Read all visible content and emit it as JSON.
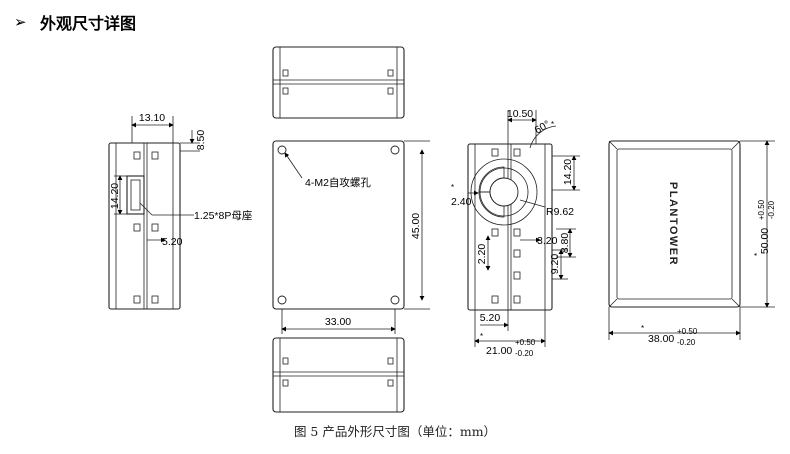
{
  "header": {
    "bullet": "➢",
    "title": "外观尺寸详图"
  },
  "caption": "图 5 产品外形尺寸图（单位：mm）",
  "views": {
    "left": {
      "dim_width": "13.10",
      "dim_top": "8.50",
      "dim_conn": "14.20",
      "dim_offset": "5.20",
      "connector_label": "1.25*8P母座"
    },
    "front": {
      "screw_label": "4-M2自攻螺孔",
      "dim_height": "45.00",
      "dim_width": "33.00"
    },
    "side": {
      "dim_top": "10.50",
      "dim_angle": "60°",
      "dim_right_a": "14.20",
      "dim_left": "2.40",
      "dim_radius": "R9.62",
      "dim_a": "3.20",
      "dim_b": "8.80",
      "dim_c": "2.20",
      "dim_d": "9.20",
      "dim_e": "5.20",
      "dim_width": "21.00",
      "tol_plus": "+0.50",
      "tol_minus": "-0.20",
      "star": "*"
    },
    "right": {
      "brand": "PLANTOWER",
      "dim_height": "50.00",
      "dim_width": "38.00",
      "tol_plus": "+0.50",
      "tol_minus": "-0.20",
      "star": "*"
    }
  }
}
